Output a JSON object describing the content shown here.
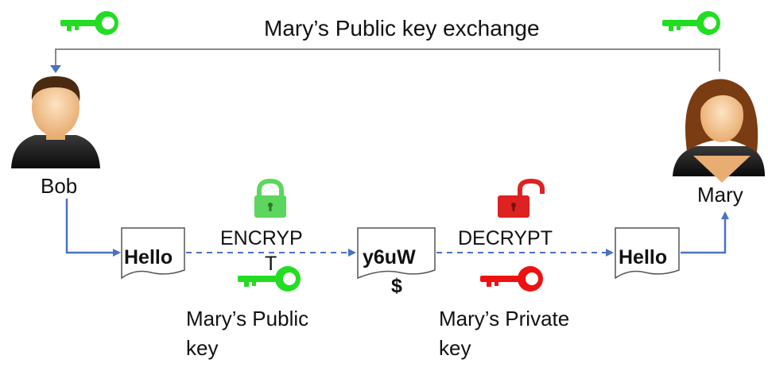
{
  "title": "Mary’s Public key exchange",
  "bob": {
    "name": "Bob"
  },
  "mary": {
    "name": "Mary"
  },
  "documents": {
    "plain_in": "Hello",
    "cipher_line1": "y6uW",
    "cipher_line2": "$",
    "plain_out": "Hello"
  },
  "encrypt": {
    "label_line1": "ENCRYP",
    "label_line2": "T",
    "key_label": "Mary’s Public key",
    "key_label_line1": "Mary’s Public",
    "key_label_line2": "key",
    "key_color": "#22dd22",
    "lock_color": "#5cd65c"
  },
  "decrypt": {
    "label": "DECRYPT",
    "key_label_line1": "Mary’s Private",
    "key_label_line2": "key",
    "key_color": "#ee1111",
    "lock_color": "#dd2222"
  },
  "colors": {
    "arrow": "#4a72c4",
    "public_key": "#22dd22",
    "private_key": "#ee1111"
  },
  "icons": [
    "public-key-icon",
    "private-key-icon",
    "closed-padlock-icon",
    "open-padlock-icon",
    "bob-avatar-icon",
    "mary-avatar-icon",
    "document-icon"
  ]
}
